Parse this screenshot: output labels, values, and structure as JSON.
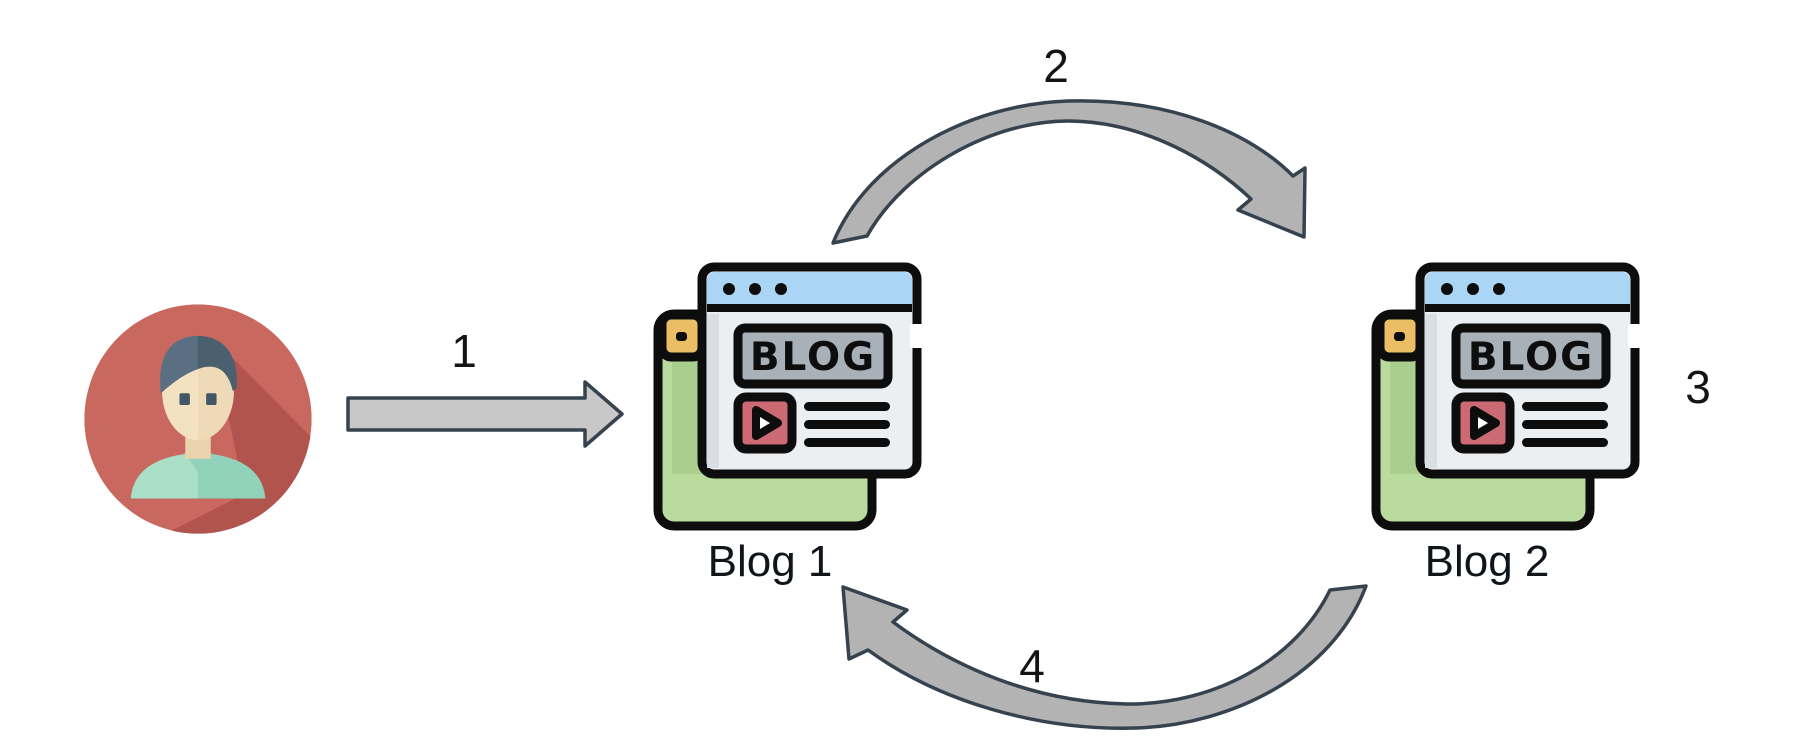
{
  "diagram": {
    "type": "blog-interlinking-workflow",
    "background": "#ffffff",
    "nodes": {
      "user": {
        "icon": "person-avatar-icon",
        "label": ""
      },
      "blog1": {
        "icon": "blog-window-icon",
        "label": "Blog 1",
        "badge_text": "BLOG"
      },
      "blog2": {
        "icon": "blog-window-icon",
        "label": "Blog 2",
        "badge_text": "BLOG"
      }
    },
    "steps": {
      "step1": {
        "label": "1",
        "from": "user",
        "to": "blog1",
        "style": "straight-block-arrow"
      },
      "step2": {
        "label": "2",
        "from": "blog1",
        "to": "blog2",
        "style": "curved-arrow-over-top"
      },
      "step3": {
        "label": "3",
        "near": "blog2",
        "style": "standalone-number"
      },
      "step4": {
        "label": "4",
        "from": "blog2",
        "to": "blog1",
        "style": "curved-arrow-under-bottom"
      }
    },
    "colors": {
      "arrow_fill": "#b3b3b3",
      "straight_arrow_fill": "#c8c8c8",
      "arrow_outline": "#36424e",
      "label_text": "#10151c",
      "avatar_circle": "#c9685f",
      "avatar_long_shadow": "#b2544e",
      "avatar_hair": "#5a7082",
      "avatar_hair_dark": "#4b606f",
      "avatar_skin": "#f3e2c1",
      "avatar_skin_shade": "#ead4ae",
      "avatar_shirt": "#a9dfc7",
      "avatar_shirt_dark": "#90d3ba",
      "icon_outline": "#0d0d0d",
      "icon_back_sheet_green": "#b9db9d",
      "icon_back_sheet_shadow": "#a9ce8d",
      "icon_tab_yellow": "#ebbe66",
      "icon_window_body": "#eceff1",
      "icon_window_side_shade": "#d8dee3",
      "icon_titlebar_blue": "#aad5f4",
      "icon_banner_gray": "#a8b0b8",
      "icon_video_red": "#cb6a72"
    }
  }
}
